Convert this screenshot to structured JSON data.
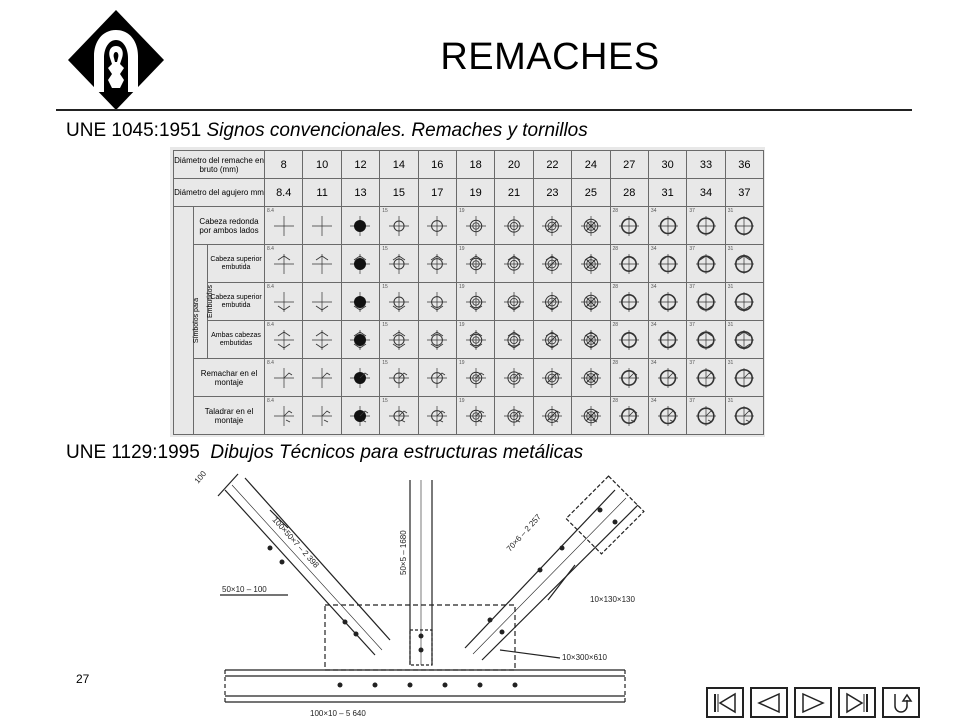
{
  "title": "REMACHES",
  "standards": [
    {
      "code": "UNE 1045:1951",
      "name": "Signos convencionales. Remaches y tornillos"
    },
    {
      "code": "UNE 1129:1995",
      "name": "Dibujos Técnicos para estructuras metálicas"
    }
  ],
  "table": {
    "row_labels": {
      "rivet_diameter": "Diámetro del remache en bruto (mm)",
      "hole_diameter": "Diámetro del agujero mm",
      "symbols_group": "Símbolos para",
      "embedded_group": "Embutidos"
    },
    "rivet_diameters": [
      "8",
      "10",
      "12",
      "14",
      "16",
      "18",
      "20",
      "22",
      "24",
      "27",
      "30",
      "33",
      "36"
    ],
    "hole_diameters": [
      "8.4",
      "11",
      "13",
      "15",
      "17",
      "19",
      "21",
      "23",
      "25",
      "28",
      "31",
      "34",
      "37"
    ],
    "symbol_rows": [
      {
        "label": "Cabeza redonda por ambos lados",
        "sub": false,
        "variant": "plain"
      },
      {
        "label": "Cabeza superior embutida",
        "sub": true,
        "variant": "top"
      },
      {
        "label": "Cabeza superior embutida",
        "sub": true,
        "variant": "bottom"
      },
      {
        "label": "Ambas cabezas embutidas",
        "sub": true,
        "variant": "both"
      },
      {
        "label": "Remachar en el montaje",
        "sub": false,
        "variant": "flag"
      },
      {
        "label": "Taladrar en el montaje",
        "sub": false,
        "variant": "flag2"
      }
    ],
    "symbol_size_marks": [
      "8.4",
      "",
      "",
      "15",
      "",
      "19",
      "",
      "",
      "",
      "28",
      "34",
      "37",
      "31"
    ]
  },
  "drawing": {
    "labels": [
      "100",
      "100×50×7 – 2 398",
      "50×10 – 100",
      "50×5 – 1680",
      "70×6 – 2 257",
      "10×130×130",
      "10×300×610",
      "100×10 – 5 640"
    ]
  },
  "page_number": "27",
  "navigation": {
    "buttons": [
      "first-page",
      "previous-page",
      "next-page",
      "last-page",
      "return"
    ]
  }
}
